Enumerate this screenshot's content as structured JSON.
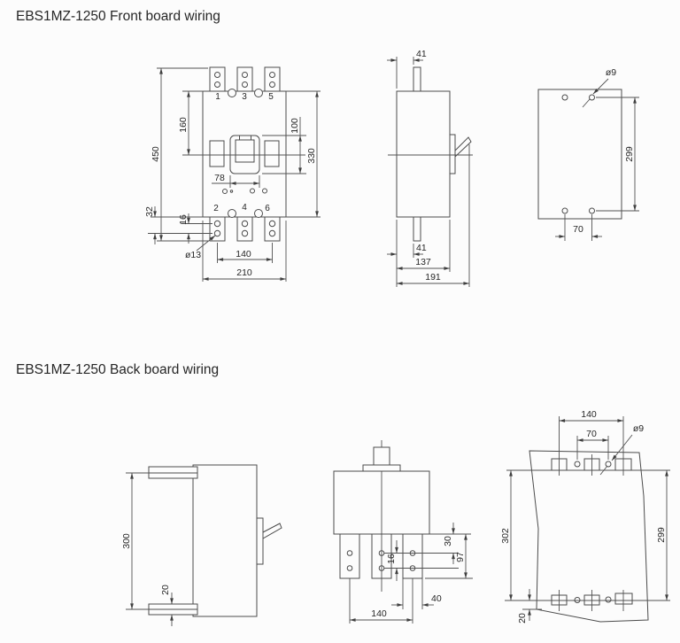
{
  "front_board": {
    "title": "EBS1MZ-1250 Front board wiring",
    "front_view": {
      "terminal_labels_top": [
        "1",
        "3",
        "5"
      ],
      "terminal_labels_bottom": [
        "2",
        "4",
        "6"
      ],
      "dim_overall_height": "450",
      "dim_top_to_centerline": "160",
      "dim_window_height": "100",
      "dim_body_height": "330",
      "dim_window_width": "78",
      "dim_edge_to_hole": "32",
      "dim_hole_spacing": "16",
      "dim_terminal_hole_dia": "ø13",
      "dim_terminal_pitch": "140",
      "dim_body_width": "210"
    },
    "side_view": {
      "dim_stud_offset_top": "41",
      "dim_stud_offset_bottom": "41",
      "dim_body_depth": "137",
      "dim_overall_depth": "191"
    },
    "mounting_plate_view": {
      "dim_hole_dia": "ø9",
      "dim_hole_pitch_vertical": "299",
      "dim_hole_pitch_horizontal": "70"
    }
  },
  "back_board": {
    "title": "EBS1MZ-1250 Back board wiring",
    "side_view": {
      "dim_stud_pitch": "300",
      "dim_stud_thickness": "20"
    },
    "rear_view": {
      "dim_edge_to_first_hole": "30",
      "dim_tab_length": "97",
      "dim_hole_spacing": "16",
      "dim_tab_width": "40",
      "dim_terminal_pitch": "140"
    },
    "panel_view": {
      "dim_slot_pitch": "140",
      "dim_hole_pitch": "70",
      "dim_hole_dia": "ø9",
      "dim_height_left": "302",
      "dim_height_right": "299",
      "dim_bottom_margin": "20"
    }
  }
}
